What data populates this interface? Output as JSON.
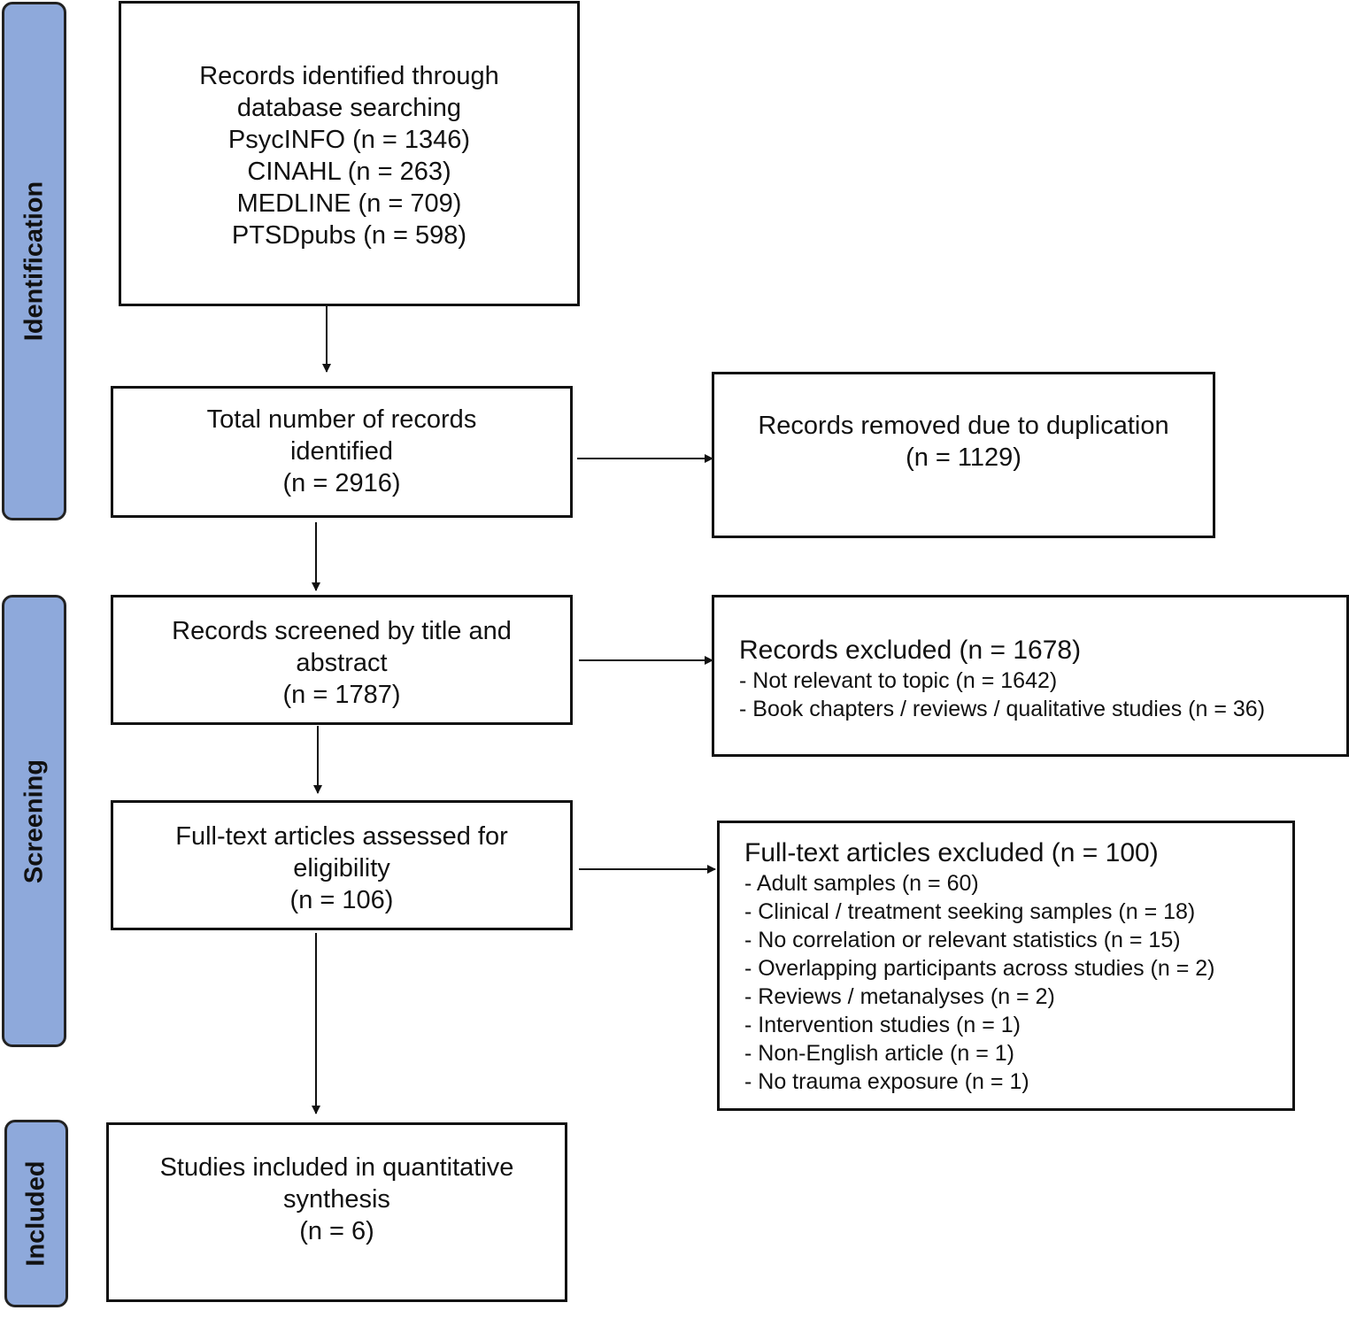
{
  "phases": {
    "identification": "Identification",
    "screening": "Screening",
    "included": "Included"
  },
  "boxes": {
    "database_search": {
      "lines": [
        "Records identified through",
        "database searching",
        "PsycINFO (n = 1346)",
        "CINAHL (n = 263)",
        "MEDLINE (n = 709)",
        "PTSDpubs (n = 598)"
      ]
    },
    "total_records": {
      "lines": [
        "Total number of records",
        "identified",
        "(n = 2916)"
      ]
    },
    "duplicates_removed": {
      "lines": [
        "Records removed due to duplication",
        "(n = 1129)"
      ]
    },
    "screened": {
      "lines": [
        "Records screened by title and",
        "abstract",
        "(n = 1787)"
      ]
    },
    "records_excluded": {
      "title": "Records excluded (n = 1678)",
      "items": [
        "- Not relevant to topic (n = 1642)",
        "- Book chapters / reviews / qualitative studies (n = 36)"
      ]
    },
    "full_text_assessed": {
      "lines": [
        "Full-text articles assessed for",
        "eligibility",
        "(n = 106)"
      ]
    },
    "full_text_excluded": {
      "title": "Full-text articles excluded (n = 100)",
      "items": [
        "- Adult samples (n = 60)",
        "- Clinical / treatment seeking samples (n = 18)",
        "- No correlation or relevant statistics (n = 15)",
        "- Overlapping participants across studies (n = 2)",
        "- Reviews / metanalyses (n = 2)",
        "- Intervention studies (n = 1)",
        "- Non-English article (n = 1)",
        "- No trauma exposure (n = 1)"
      ]
    },
    "included_studies": {
      "lines": [
        "Studies included in quantitative",
        "synthesis",
        "(n = 6)"
      ]
    }
  }
}
